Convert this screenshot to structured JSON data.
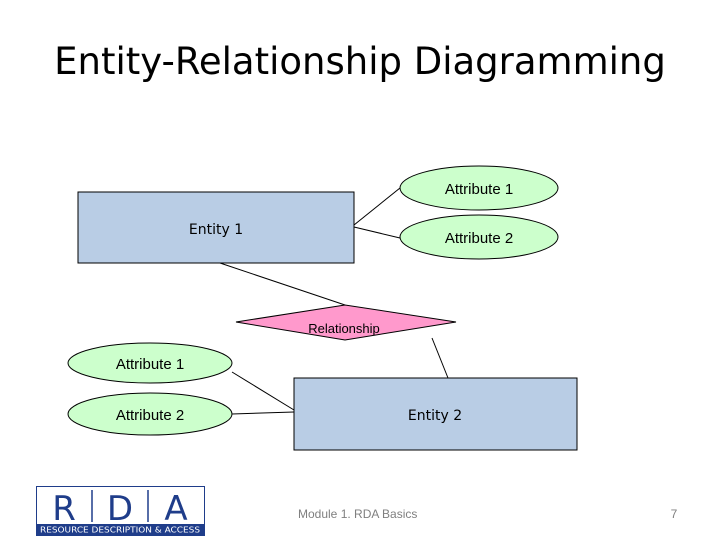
{
  "slide": {
    "title": "Entity-Relationship Diagramming",
    "footer": "Module 1. RDA Basics",
    "page_number": "7"
  },
  "diagram": {
    "entity1": "Entity 1",
    "entity1_attr1": "Attribute 1",
    "entity1_attr2": "Attribute 2",
    "relationship": "Relationship",
    "entity2_attr1": "Attribute 1",
    "entity2_attr2": "Attribute 2",
    "entity2": "Entity 2"
  },
  "logo": {
    "letters": [
      "R",
      "D",
      "A"
    ],
    "tagline": "RESOURCE DESCRIPTION & ACCESS"
  },
  "colors": {
    "entity_fill": "#b9cde5",
    "attribute_fill": "#ccffcc",
    "relationship_fill": "#ff99cc",
    "logo_blue": "#1f3d8a"
  }
}
